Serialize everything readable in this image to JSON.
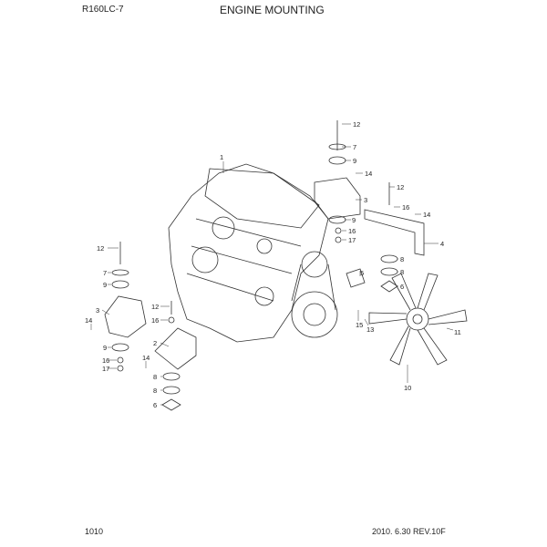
{
  "header": {
    "model": "R160LC-7",
    "title": "ENGINE MOUNTING"
  },
  "footer": {
    "page": "1010",
    "revision": "2010. 6.30  REV.10F"
  },
  "callouts": [
    "1",
    "12",
    "7",
    "9",
    "14",
    "3",
    "9",
    "16",
    "17",
    "12",
    "16",
    "14",
    "4",
    "8",
    "8",
    "6",
    "5",
    "15",
    "13",
    "11",
    "10",
    "12",
    "7",
    "9",
    "3",
    "14",
    "9",
    "16",
    "17",
    "12",
    "16",
    "2",
    "14",
    "8",
    "8",
    "6"
  ]
}
